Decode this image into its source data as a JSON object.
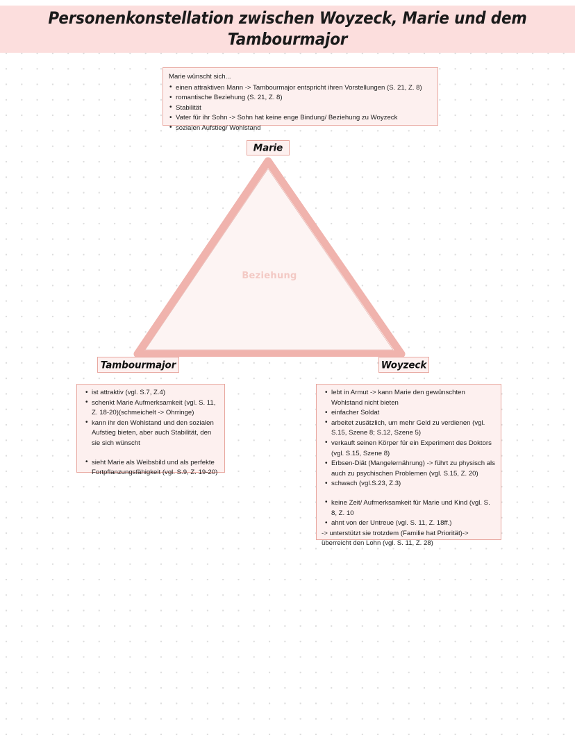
{
  "header": {
    "title": "Personenkonstellation zwischen Woyzeck, Marie und dem Tambourmajor",
    "band_color": "#fcdedd"
  },
  "colors": {
    "accent_border": "#e8a79f",
    "box_fill": "#fdf0ef",
    "triangle_stroke": "#f0b3ad",
    "triangle_fill": "#fdf4f3",
    "triangle_label": "#f3c9c4",
    "dot_grid": "#dcdcdc",
    "text": "#1c1c1c"
  },
  "triangle": {
    "center_label": "Beziehung",
    "vertices": [
      "Marie",
      "Tambourmajor",
      "Woyzeck"
    ]
  },
  "nodes": {
    "marie": {
      "label": "Marie"
    },
    "tambourmajor": {
      "label": "Tambourmajor"
    },
    "woyzeck": {
      "label": "Woyzeck"
    }
  },
  "marie_wishes": {
    "lead": "Marie wünscht sich...",
    "items": [
      "einen attraktiven Mann -> Tambourmajor entspricht ihren Vorstellungen (S. 21, Z. 8)",
      "romantische Beziehung (S. 21, Z. 8)",
      "Stabilität",
      "Vater für ihr Sohn -> Sohn hat keine enge Bindung/ Beziehung zu Woyzeck",
      "sozialen Aufstieg/ Wohlstand"
    ]
  },
  "tambourmajor_notes": {
    "items": [
      "ist attraktiv (vgl. S.7, Z.4)",
      "schenkt Marie Aufmerksamkeit (vgl. S. 11, Z. 18-20)(schmeichelt -> Ohrringe)",
      "kann ihr den Wohlstand und den sozialen Aufstieg bieten, aber auch Stabilität, den sie sich wünscht",
      "sieht Marie als Weibsbild und als perfekte Fortpflanzungsfähigkeit (vgl. S.9, Z. 19-20)"
    ]
  },
  "woyzeck_notes": {
    "items": [
      "lebt in Armut -> kann Marie den gewünschten Wohlstand nicht bieten",
      "einfacher Soldat",
      "arbeitet zusätzlich, um mehr Geld zu verdienen (vgl. S.15, Szene 8; S.12, Szene 5)",
      "verkauft seinen Körper für ein Experiment des Doktors (vgl. S.15, Szene 8)",
      "Erbsen-Diät (Mangelernährung) -> führt zu physisch als auch zu psychischen Problemen (vgl. S.15, Z. 20)",
      "schwach (vgl.S.23, Z.3)",
      "keine Zeit/ Aufmerksamkeit für Marie und Kind (vgl. S. 8, Z. 10",
      "ahnt von der Untreue (vgl. S. 11, Z. 18ff.)",
      "-> unterstützt sie trotzdem (Familie hat Priorität)-> überreicht den Lohn (vgl. S. 11, Z. 28)"
    ]
  }
}
